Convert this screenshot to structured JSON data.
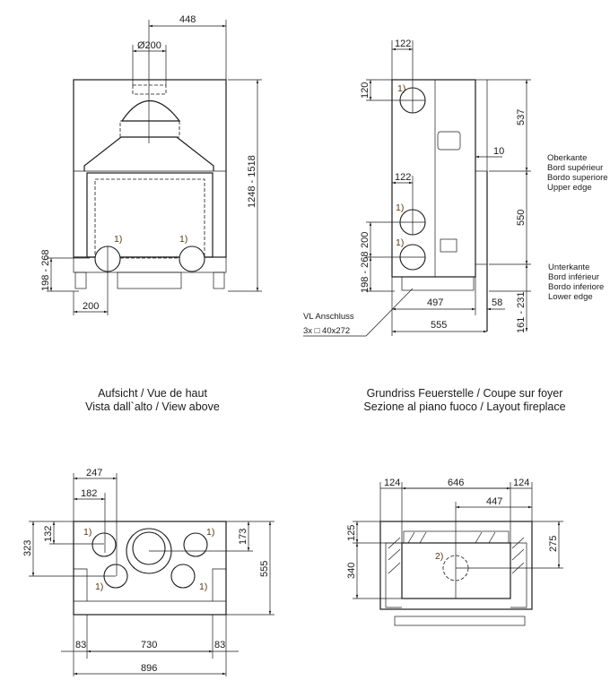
{
  "front_view": {
    "dims": {
      "width_half": "448",
      "flue_diameter": "Ø200",
      "height": "1248 - 1518",
      "base_height": "198 - 268",
      "inlet_offset": "200"
    },
    "refs": [
      "1)",
      "1)"
    ]
  },
  "side_view": {
    "dims": {
      "top_inlet_x": "122",
      "top_inlet_y": "120",
      "upper": "537",
      "gap": "10",
      "mid_inlet_x": "122",
      "mid": "550",
      "inlet_spacing": "200",
      "base_height": "198 - 268",
      "lower": "161 - 231",
      "depth_inner": "497",
      "depth_ext": "58",
      "depth_total": "555"
    },
    "refs": [
      "1)",
      "1)",
      "1)"
    ],
    "upper_edge": [
      "Oberkante",
      "Bord supérieur",
      "Bordo superiore",
      "Upper edge"
    ],
    "lower_edge": [
      "Unterkante",
      "Bord inférieur",
      "Bordo inferiore",
      "Lower edge"
    ],
    "connection": {
      "label": "VL Anschluss",
      "spec": "3x □ 40x272"
    }
  },
  "captions": {
    "view_above": [
      "Aufsicht / Vue de haut",
      "Vista dall`alto / View above"
    ],
    "layout_fireplace": [
      "Grundriss Feuerstelle / Coupe sur foyer",
      "Sezione al piano fuoco / Layout fireplace"
    ]
  },
  "top_view": {
    "dims": {
      "outer_x": "247",
      "inner_x": "182",
      "y_front": "132",
      "y_rear": "323",
      "right_y": "173",
      "depth": "555",
      "side_left": "83",
      "center": "730",
      "side_right": "83",
      "total": "896"
    },
    "refs": [
      "1)",
      "1)",
      "1)",
      "1)"
    ]
  },
  "layout_view": {
    "dims": {
      "left": "124",
      "center": "646",
      "right": "124",
      "offset": "447",
      "front": "125",
      "depth": "340",
      "flue_y": "275"
    },
    "refs": [
      "2)"
    ]
  }
}
